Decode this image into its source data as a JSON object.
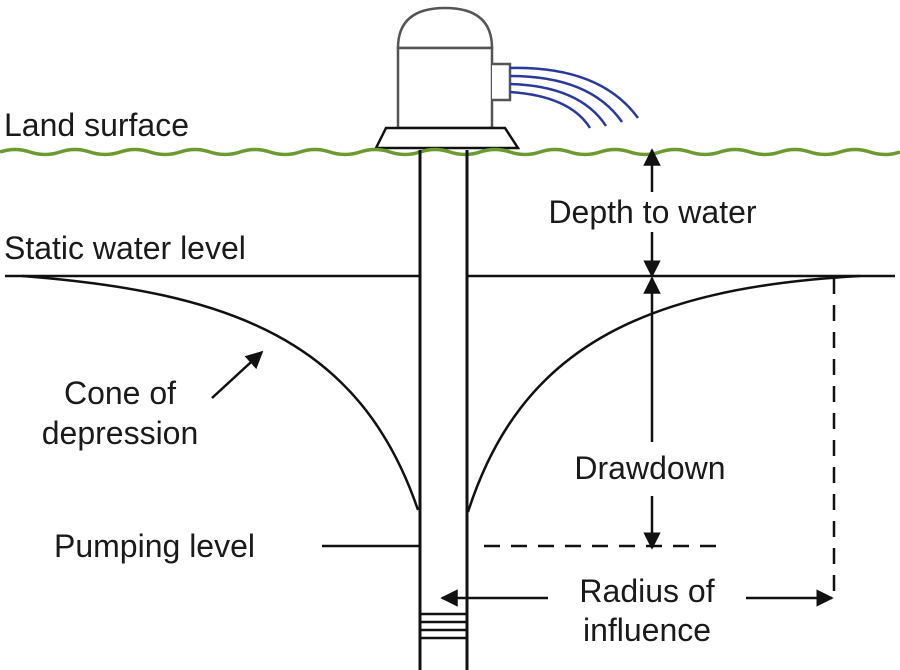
{
  "labels": {
    "land_surface": "Land surface",
    "static_water_level": "Static water level",
    "depth_to_water": "Depth to water",
    "cone_line1": "Cone of",
    "cone_line2": "depression",
    "drawdown": "Drawdown",
    "pumping_level": "Pumping level",
    "radius_line1": "Radius of",
    "radius_line2": "influence"
  },
  "colors": {
    "ground": "#6b9a2f",
    "water_discharge": "#2a3a9c",
    "lines": "#111111",
    "pump": "#555555"
  }
}
